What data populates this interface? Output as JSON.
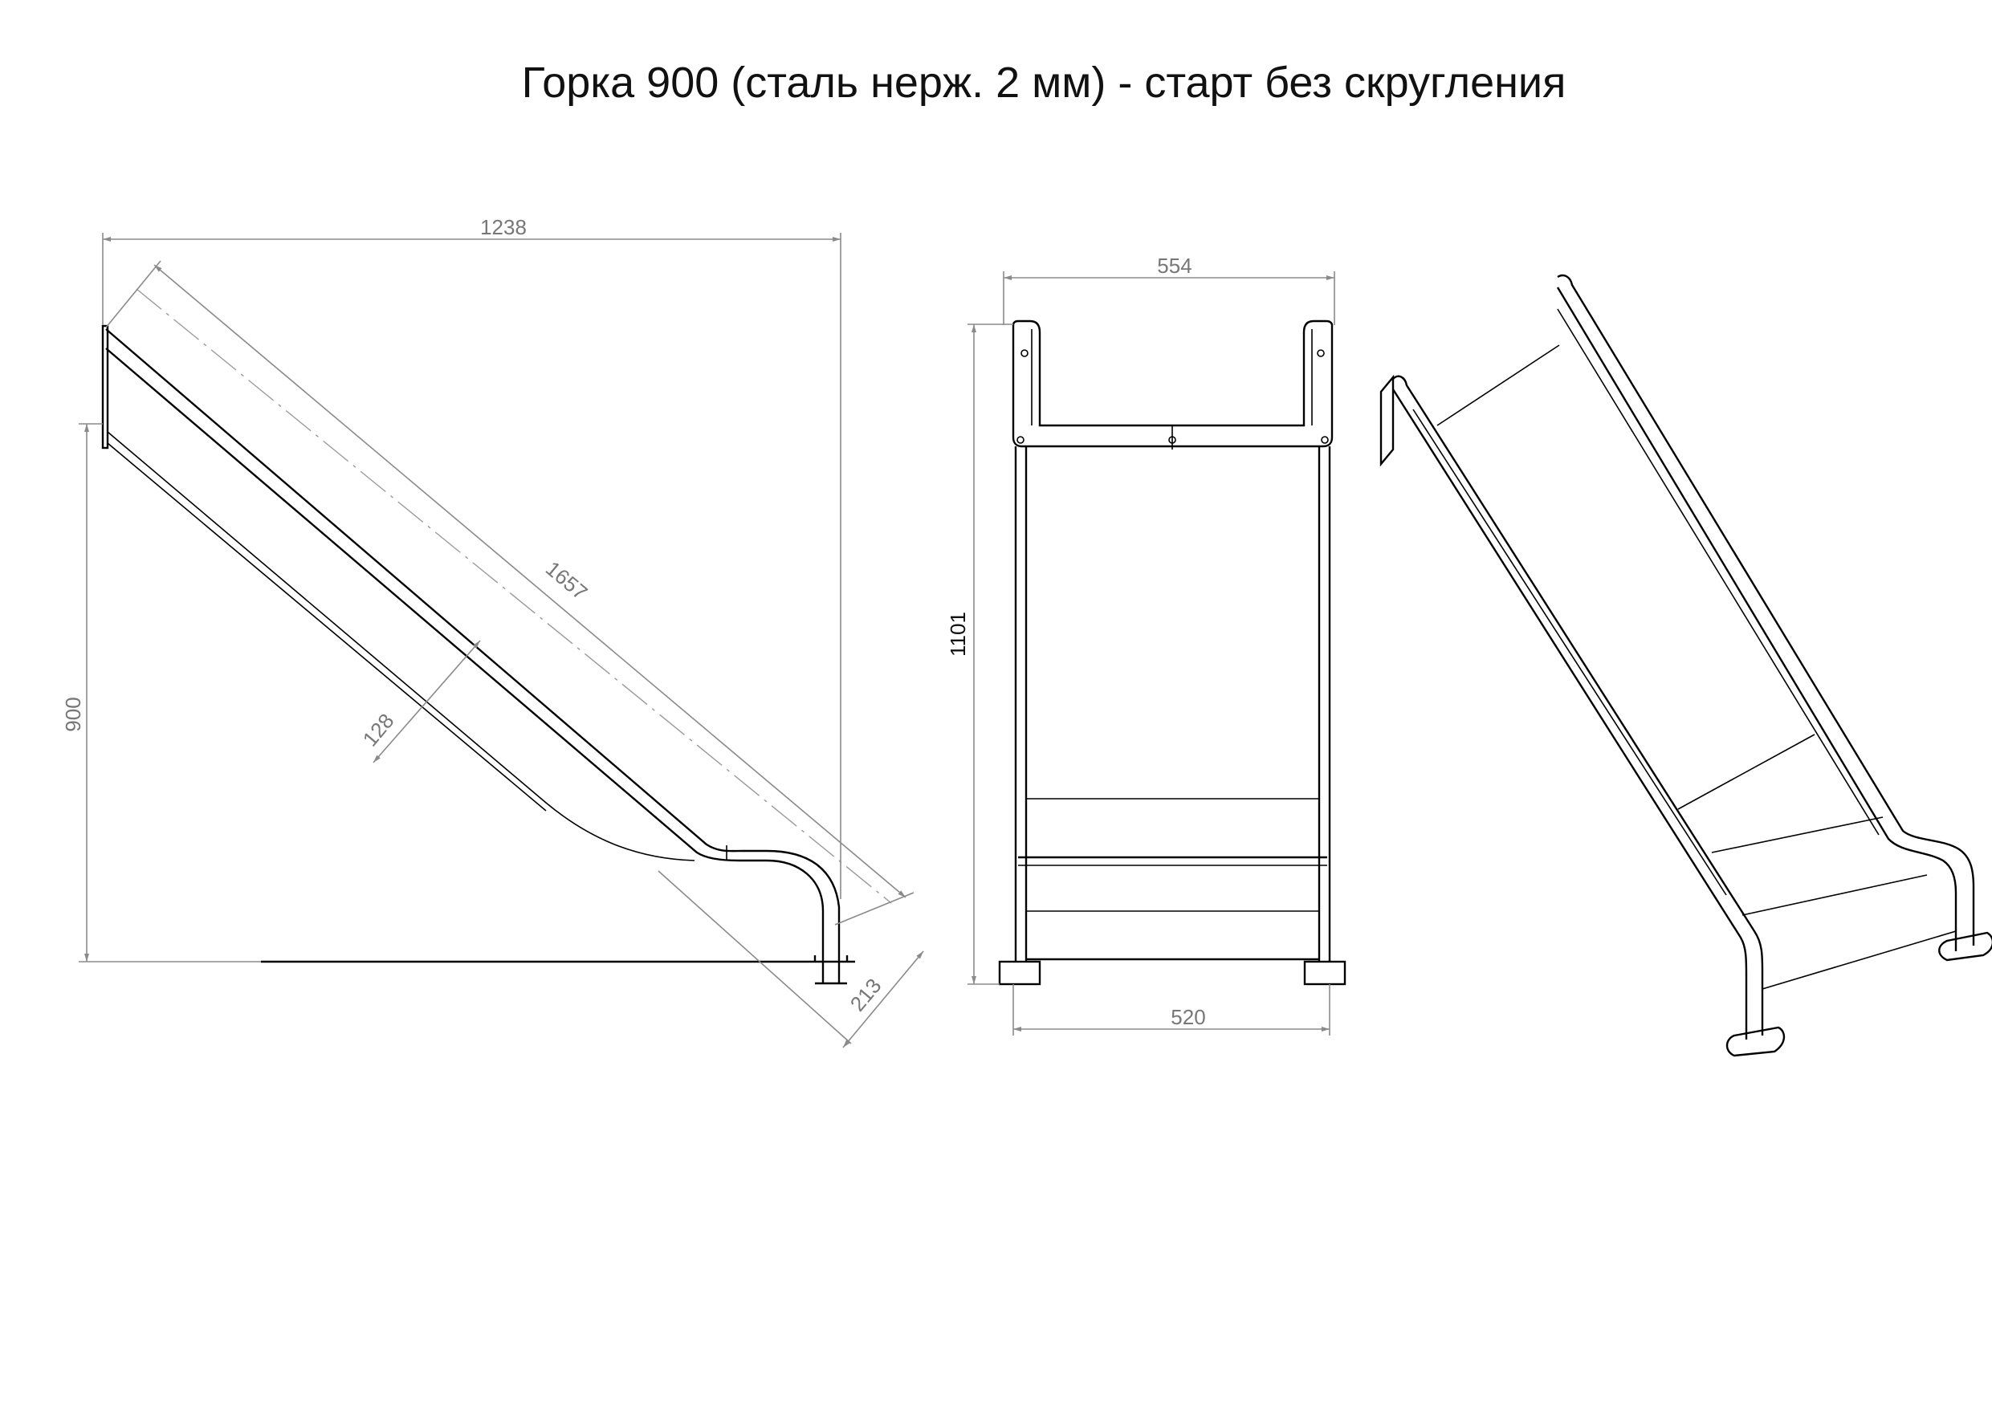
{
  "title": "Горка 900 (сталь нерж. 2 мм) - старт без скругления",
  "side_view": {
    "dim_width": "1238",
    "dim_height": "900",
    "dim_length": "1657",
    "dim_thickness": "128",
    "dim_exit": "213"
  },
  "front_view": {
    "dim_top_width": "554",
    "dim_height": "1101",
    "dim_bottom_width": "520"
  }
}
